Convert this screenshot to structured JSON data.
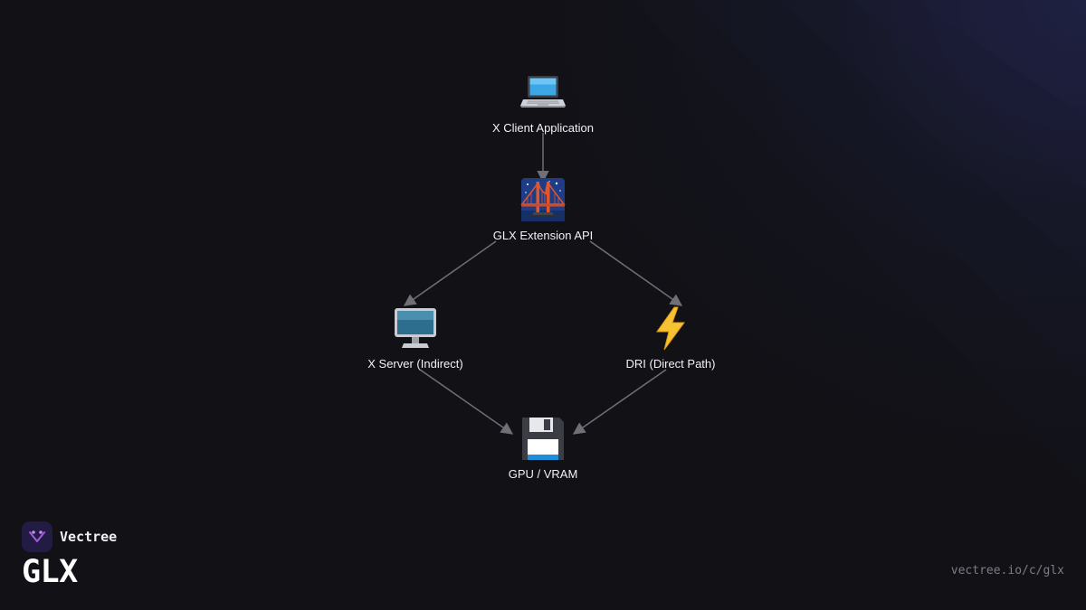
{
  "diagram": {
    "nodes": [
      {
        "id": "client",
        "label": "X Client Application",
        "icon": "laptop-icon"
      },
      {
        "id": "glx",
        "label": "GLX Extension API",
        "icon": "bridge-at-night-icon"
      },
      {
        "id": "xserver",
        "label": "X Server (Indirect)",
        "icon": "desktop-computer-icon"
      },
      {
        "id": "dri",
        "label": "DRI (Direct Path)",
        "icon": "lightning-bolt-icon"
      },
      {
        "id": "gpu",
        "label": "GPU / VRAM",
        "icon": "floppy-disk-icon"
      }
    ],
    "edges": [
      {
        "from": "client",
        "to": "glx"
      },
      {
        "from": "glx",
        "to": "xserver"
      },
      {
        "from": "glx",
        "to": "dri"
      },
      {
        "from": "xserver",
        "to": "gpu"
      },
      {
        "from": "dri",
        "to": "gpu"
      }
    ],
    "edge_color": "#6f6f78"
  },
  "brand": {
    "name": "Vectree",
    "logo_icon": "vectree-logo-icon",
    "accent": "#a45bd8"
  },
  "page": {
    "title": "GLX",
    "url": "vectree.io/c/glx"
  }
}
